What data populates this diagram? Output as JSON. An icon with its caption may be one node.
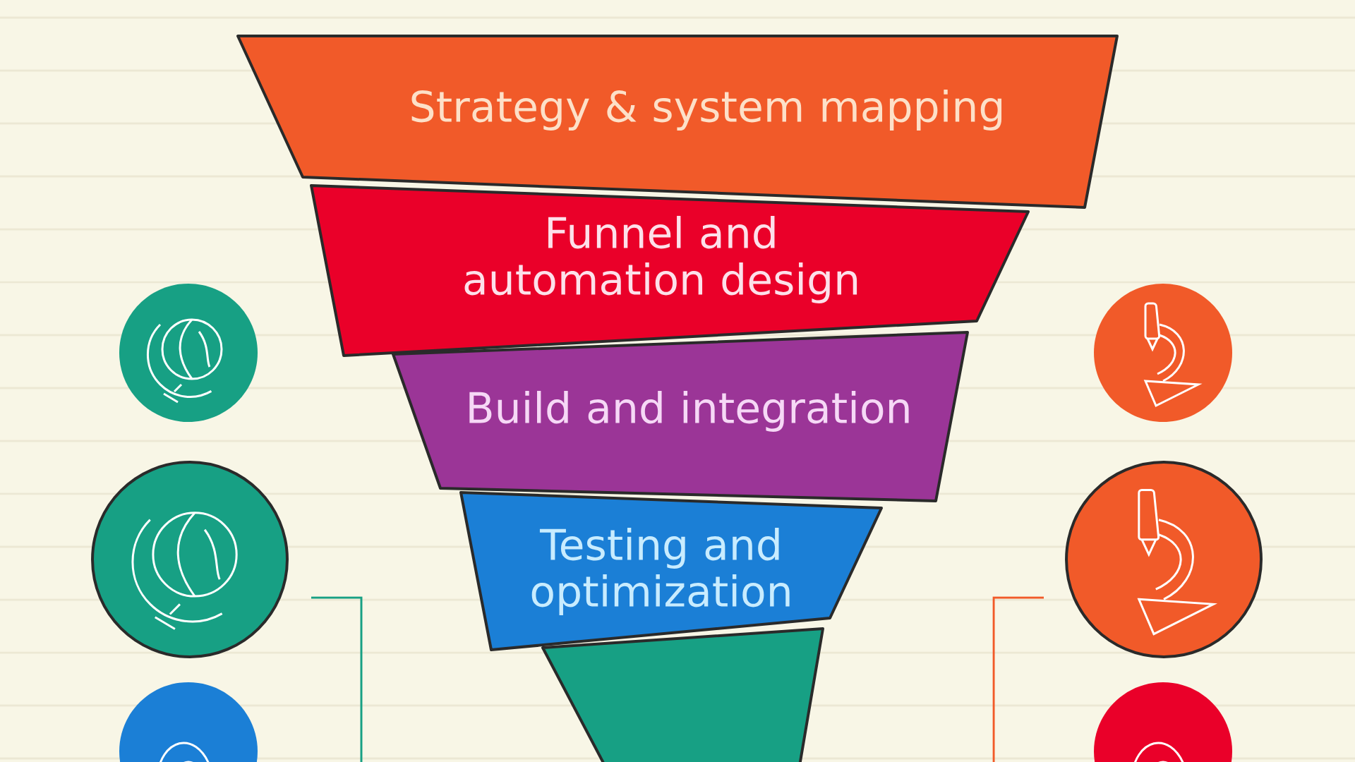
{
  "diagram": {
    "nodes": [
      {
        "text": [
          "Strategy & system mapping"
        ]
      },
      {
        "text": [
          "Funnel and automation design"
        ]
      },
      {
        "text": [
          "Build and integration"
        ]
      },
      {
        "text": [
          "Testing and optimization"
        ]
      },
      {
        "text": [],
        "shape": "box"
      }
    ]
  }
}
